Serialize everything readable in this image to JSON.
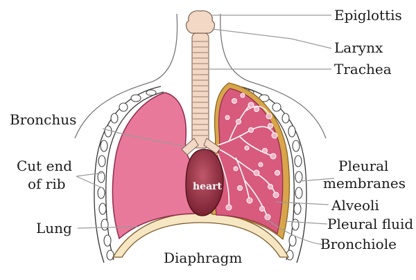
{
  "diagram": {
    "labels": {
      "epiglottis": "Epiglottis",
      "larynx": "Larynx",
      "trachea": "Trachea",
      "bronchus": "Bronchus",
      "cut_end_of_rib_line1": "Cut end",
      "cut_end_of_rib_line2": "of rib",
      "lung": "Lung",
      "heart": "heart",
      "pleural_membranes_line1": "Pleural",
      "pleural_membranes_line2": "membranes",
      "alveoli": "Alveoli",
      "pleural_fluid": "Pleural fluid",
      "bronchiole": "Bronchiole",
      "diaphragm": "Diaphragm"
    },
    "colors": {
      "lung_left": "#e9799a",
      "lung_right": "#d85a7d",
      "pleura": "#d9a54a",
      "diaphragm": "#f6e6c2",
      "heart": "#8e2d3c",
      "trachea": "#f3d8c6",
      "rib": "#ffffff"
    }
  }
}
